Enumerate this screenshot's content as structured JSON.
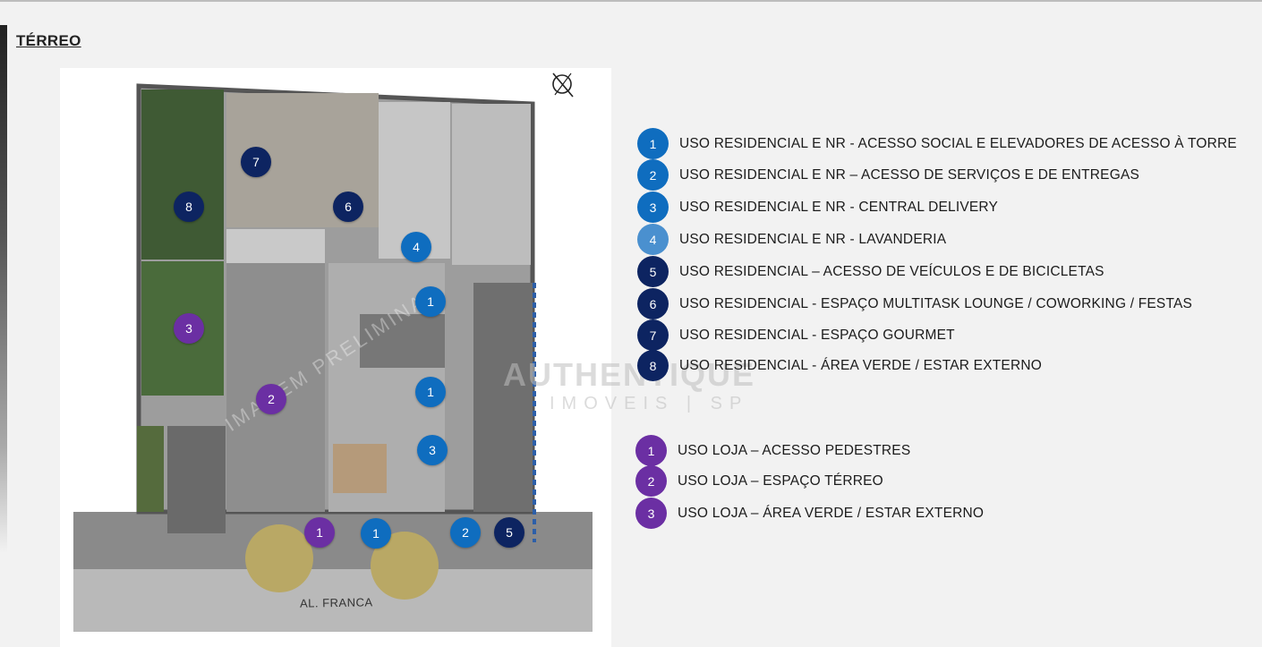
{
  "page": {
    "title": "TÉRREO"
  },
  "plan": {
    "street_label": "AL. FRANCA",
    "watermark_plan": "IMAGEM PRELIMINAR",
    "markers": [
      {
        "n": "7",
        "color": "navy"
      },
      {
        "n": "8",
        "color": "navy"
      },
      {
        "n": "6",
        "color": "navy"
      },
      {
        "n": "4",
        "color": "blue"
      },
      {
        "n": "1",
        "color": "blue"
      },
      {
        "n": "3",
        "color": "purple"
      },
      {
        "n": "1",
        "color": "blue"
      },
      {
        "n": "2",
        "color": "purple"
      },
      {
        "n": "3",
        "color": "blue"
      },
      {
        "n": "1",
        "color": "purple"
      },
      {
        "n": "1",
        "color": "blue"
      },
      {
        "n": "2",
        "color": "blue"
      },
      {
        "n": "5",
        "color": "navy"
      }
    ]
  },
  "watermark": {
    "line1": "AUTHENTIQUE",
    "line2": "IMOVEIS | SP"
  },
  "legend_residential": [
    {
      "n": "1",
      "color": "blue",
      "label": "USO RESIDENCIAL E NR - ACESSO SOCIAL E ELEVADORES DE ACESSO À TORRE"
    },
    {
      "n": "2",
      "color": "blue",
      "label": "USO RESIDENCIAL E NR – ACESSO DE SERVIÇOS E DE ENTREGAS"
    },
    {
      "n": "3",
      "color": "blue",
      "label": "USO RESIDENCIAL E NR - CENTRAL DELIVERY"
    },
    {
      "n": "4",
      "color": "blue",
      "label": "USO RESIDENCIAL E NR - LAVANDERIA"
    },
    {
      "n": "5",
      "color": "navy",
      "label": "USO RESIDENCIAL – ACESSO DE VEÍCULOS E DE BICICLETAS"
    },
    {
      "n": "6",
      "color": "navy",
      "label": "USO RESIDENCIAL - ESPAÇO MULTITASK LOUNGE / COWORKING / FESTAS"
    },
    {
      "n": "7",
      "color": "navy",
      "label": "USO RESIDENCIAL - ESPAÇO GOURMET"
    },
    {
      "n": "8",
      "color": "navy",
      "label": "USO RESIDENCIAL - ÁREA VERDE / ESTAR EXTERNO"
    }
  ],
  "legend_store": [
    {
      "n": "1",
      "color": "purple",
      "label": "USO LOJA – ACESSO PEDESTRES"
    },
    {
      "n": "2",
      "color": "purple",
      "label": "USO LOJA – ESPAÇO TÉRREO"
    },
    {
      "n": "3",
      "color": "purple",
      "label": "USO LOJA – ÁREA VERDE / ESTAR EXTERNO"
    }
  ],
  "colors": {
    "blue": "#0f6dbf",
    "navy": "#0d2461",
    "purple": "#6b2fa3"
  }
}
